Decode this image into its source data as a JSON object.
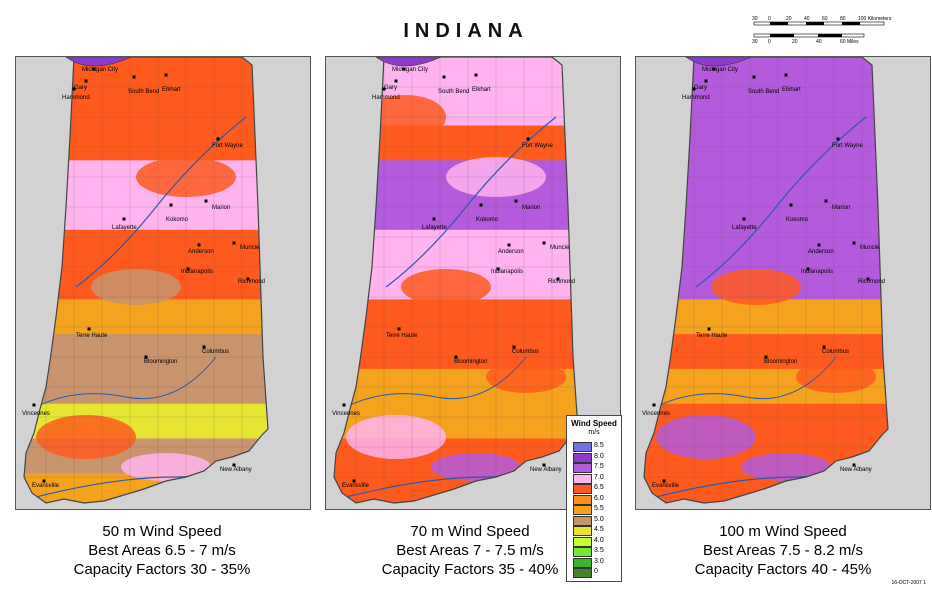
{
  "title": "INDIANA",
  "scale": {
    "km_ticks": [
      "30",
      "0",
      "20",
      "40",
      "60",
      "80",
      "100 Kilometers"
    ],
    "mi_ticks": [
      "30",
      "0",
      "20",
      "40",
      "60 Miles"
    ]
  },
  "colors": {
    "background": "#d2d2d2",
    "outline": "#444444"
  },
  "cities": [
    {
      "name": "Michigan City"
    },
    {
      "name": "Gary"
    },
    {
      "name": "Hammond"
    },
    {
      "name": "South Bend"
    },
    {
      "name": "Elkhart"
    },
    {
      "name": "Fort Wayne"
    },
    {
      "name": "Marion"
    },
    {
      "name": "Kokomo"
    },
    {
      "name": "Lafayette"
    },
    {
      "name": "Muncie"
    },
    {
      "name": "Anderson"
    },
    {
      "name": "Richmond"
    },
    {
      "name": "Indianapolis"
    },
    {
      "name": "Terre Haute"
    },
    {
      "name": "Bloomington"
    },
    {
      "name": "Columbus"
    },
    {
      "name": "Vincennes"
    },
    {
      "name": "New Albany"
    },
    {
      "name": "Evansville"
    }
  ],
  "panels": [
    {
      "caption": [
        "50 m Wind Speed",
        "Best Areas 6.5 - 7 m/s",
        "Capacity Factors 30 - 35%"
      ],
      "bands": [
        "#ff5a1e",
        "#ff5a1e",
        "#ff5a1e",
        "#ffb4f0",
        "#ffb4f0",
        "#ff5a1e",
        "#ff5a1e",
        "#f5a21e",
        "#c8946e",
        "#c8946e",
        "#e6e632",
        "#c8946e",
        "#f5a21e"
      ]
    },
    {
      "caption": [
        "70 m Wind Speed",
        "Best Areas 7 - 7.5 m/s",
        "Capacity Factors 35 - 40%"
      ],
      "bands": [
        "#ffb4f0",
        "#ffb4f0",
        "#ff5a1e",
        "#b45adc",
        "#b45adc",
        "#ffb4f0",
        "#ffb4f0",
        "#ff5a1e",
        "#ff5a1e",
        "#f5a21e",
        "#f5a21e",
        "#ff5a1e",
        "#ff5a1e"
      ]
    },
    {
      "caption": [
        "100 m Wind Speed",
        "Best Areas 7.5 - 8.2 m/s",
        "Capacity Factors 40 - 45%"
      ],
      "bands": [
        "#b45adc",
        "#b45adc",
        "#b45adc",
        "#b45adc",
        "#b45adc",
        "#b45adc",
        "#b45adc",
        "#f5a21e",
        "#ff5a1e",
        "#f5a21e",
        "#ff5a1e",
        "#ff5a1e",
        "#ff5a1e"
      ]
    }
  ],
  "legend": {
    "title": "Wind Speed",
    "unit": "m/s",
    "entries": [
      {
        "value": "8.5",
        "color": "#6f73e6"
      },
      {
        "value": "8.0",
        "color": "#8c3cc8"
      },
      {
        "value": "7.5",
        "color": "#b45adc"
      },
      {
        "value": "7.0",
        "color": "#ffb4f0"
      },
      {
        "value": "6.5",
        "color": "#ff5a1e"
      },
      {
        "value": "6.0",
        "color": "#ff8c1e"
      },
      {
        "value": "5.5",
        "color": "#f5a21e"
      },
      {
        "value": "5.0",
        "color": "#c8946e"
      },
      {
        "value": "4.5",
        "color": "#e6e632"
      },
      {
        "value": "4.0",
        "color": "#c8ff32"
      },
      {
        "value": "3.5",
        "color": "#78e632"
      },
      {
        "value": "3.0",
        "color": "#3cb428"
      },
      {
        "value": "0",
        "color": "#46822d"
      }
    ]
  },
  "footnote": "16-OCT-2007 1"
}
